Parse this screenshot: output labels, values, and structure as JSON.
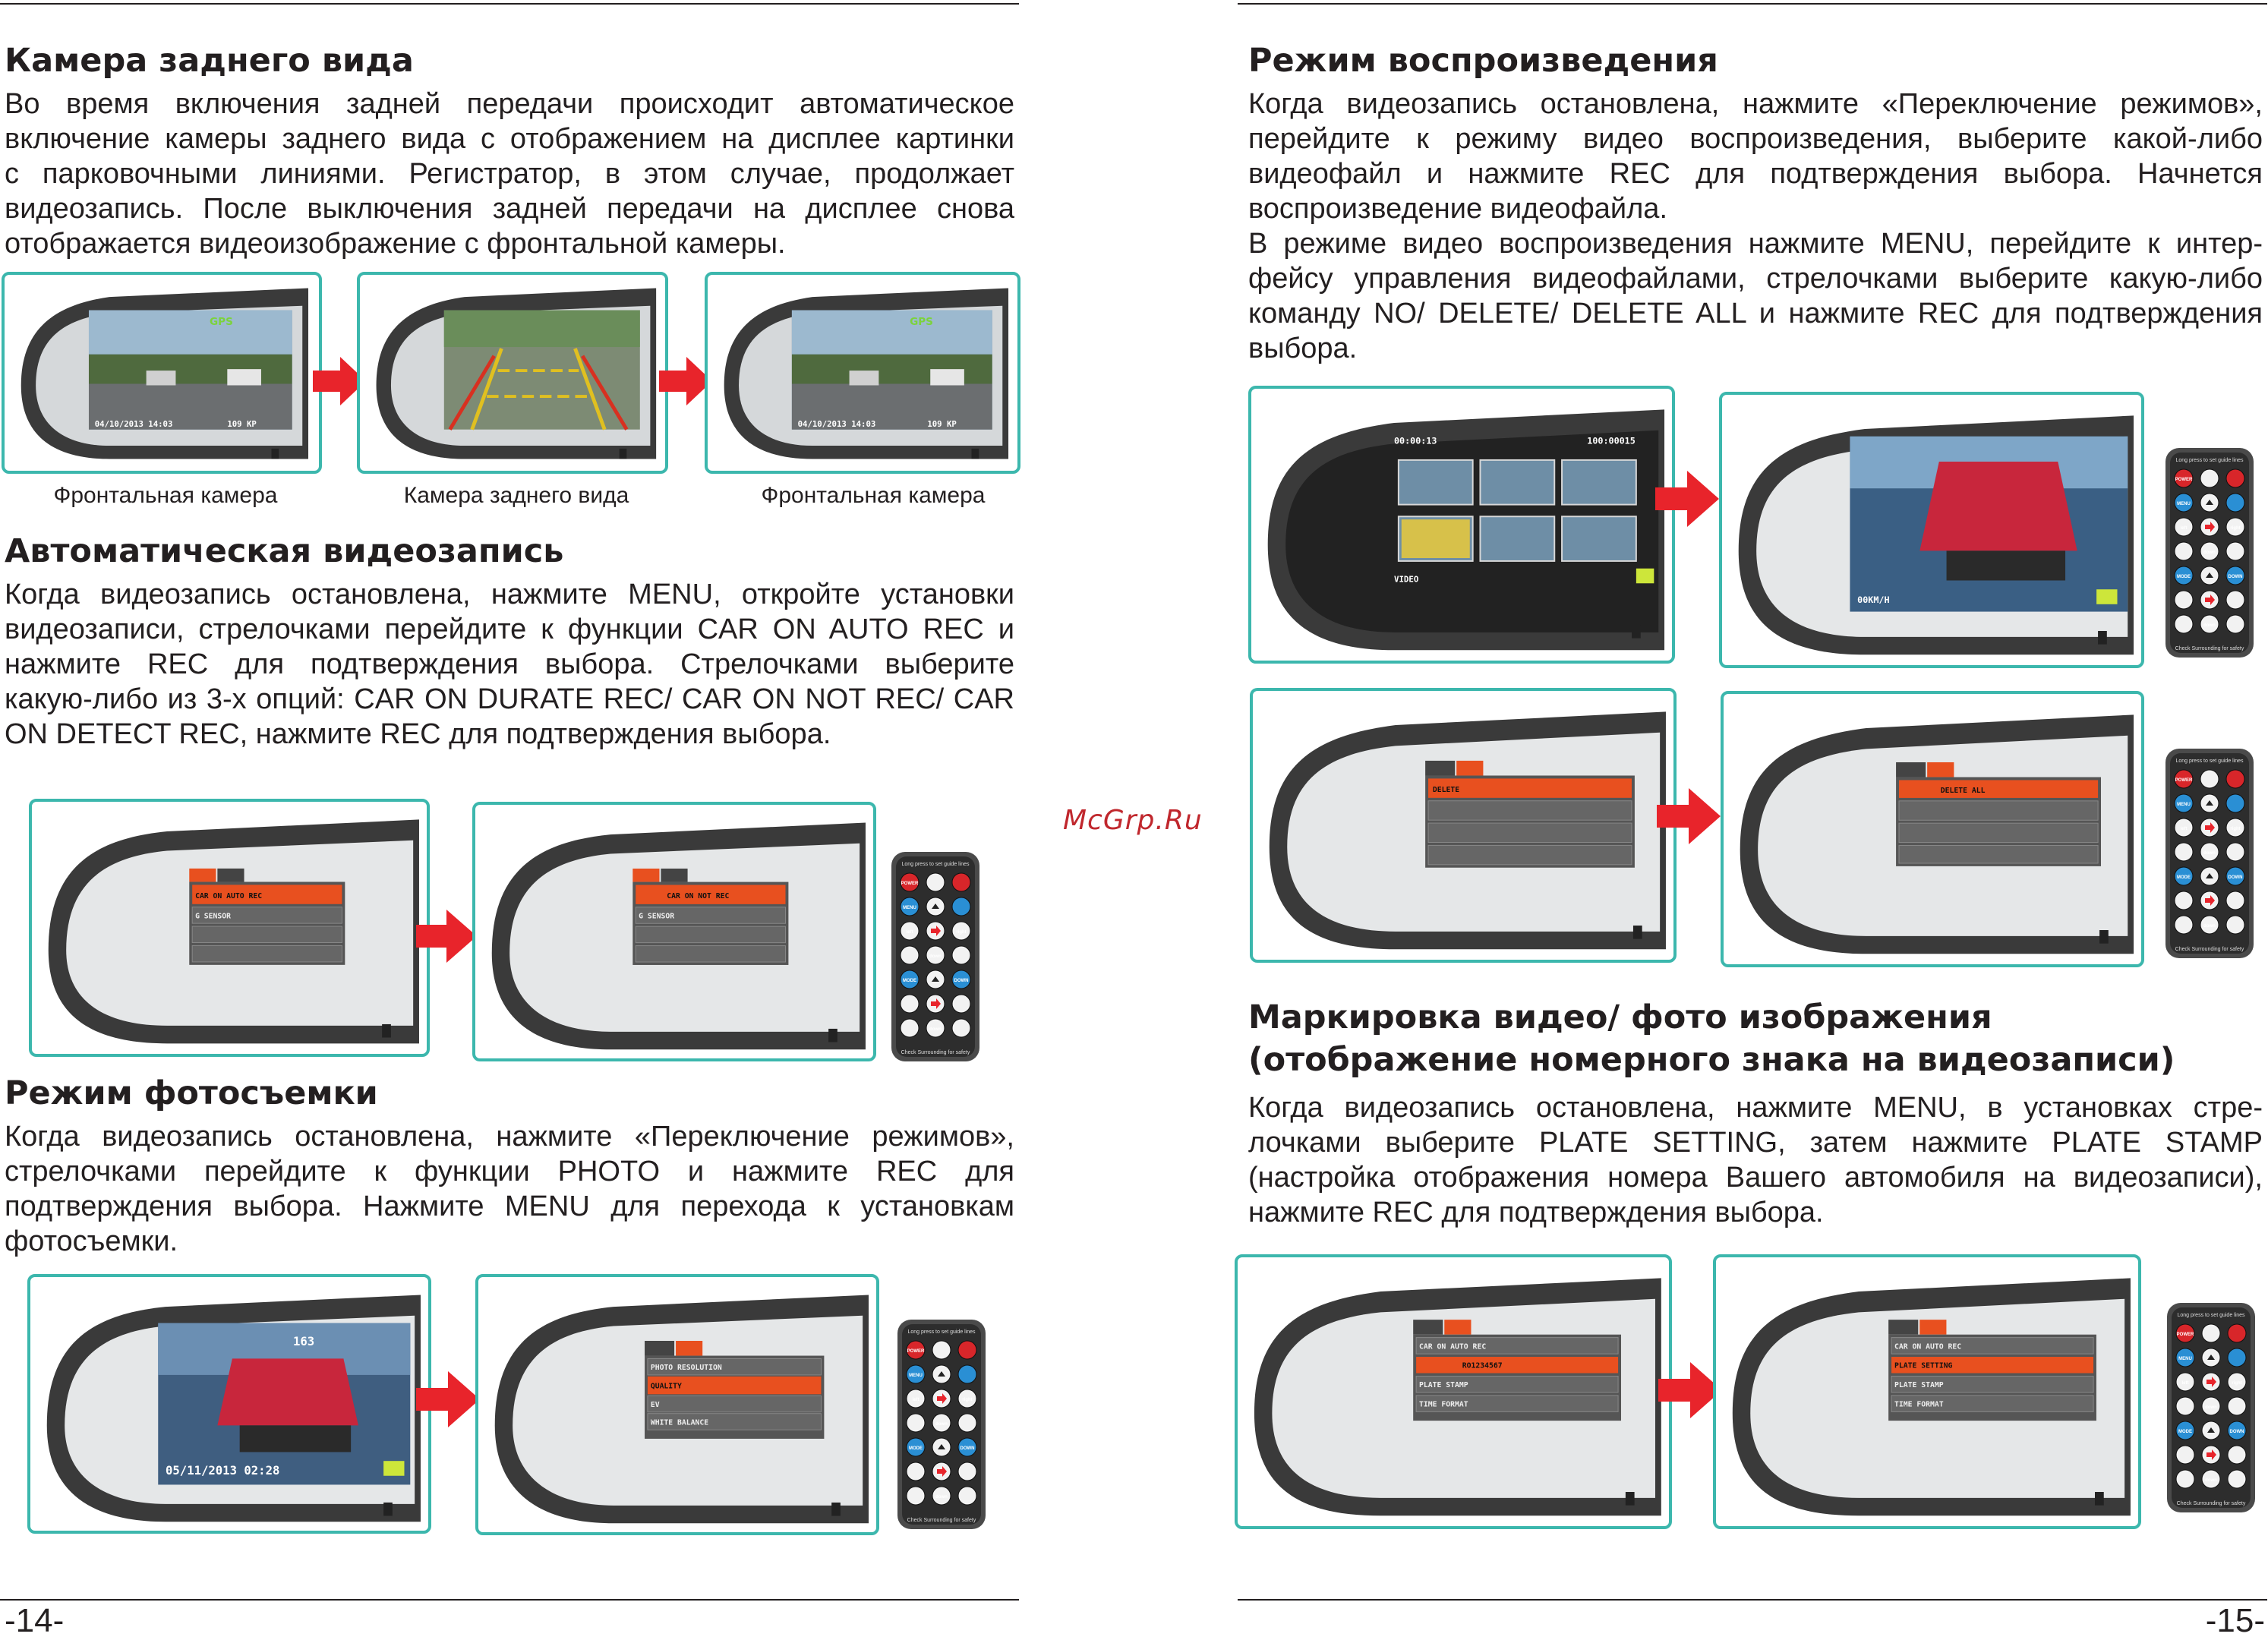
{
  "left": {
    "sections": [
      {
        "title": "Камера заднего вида",
        "lines": [
          "Во время включения задней передачи происходит автоматическое",
          "включение камеры заднего вида с отображением на дисплее картинки",
          "с парковочными линиями. Регистратор, в этом случае, продолжает",
          "видеозапись. После выключения задней передачи на дисплее снова",
          "отображается видеоизображение с фронтальной камеры."
        ]
      },
      {
        "title": "Автоматическая видеозапись",
        "lines": [
          "Когда видеозапись остановлена, нажмите MENU, откройте установки",
          "видеозаписи, стрелочками перейдите к функции CAR ON AUTO REC  и",
          "нажмите REC для подтверждения выбора. Стрелочками выберите",
          "какую-либо из 3-х опций: CAR ON DURATE REC/ CAR ON NOT REC/ CAR",
          "ON DETECT REC, нажмите REC для подтверждения выбора."
        ]
      },
      {
        "title": "Режим фотосъемки",
        "lines": [
          "Когда видеозапись остановлена, нажмите «Переключение режимов»,",
          "стрелочками перейдите к функции PHOTO  и нажмите REC для",
          "подтверждения выбора. Нажмите MENU для перехода к установкам",
          "фотосъемки."
        ]
      }
    ],
    "captions": [
      "Фронтальная камера",
      "Камера заднего вида",
      "Фронтальная камера"
    ],
    "page_number": "-14-"
  },
  "right": {
    "sections": [
      {
        "title": "Режим воспроизведения",
        "lines": [
          "Когда видеозапись остановлена, нажмите «Переключение режимов»,",
          "перейдите к режиму видео воспроизведения, выберите какой-либо",
          "видеофайл и нажмите REC для подтверждения выбора. Начнется",
          "воспроизведение видеофайла.",
          "В режиме видео воспроизведения нажмите MENU, перейдите к интер-",
          "фейсу управления видеофайлами, стрелочками выберите какую-либо",
          "команду NO/ DELETE/ DELETE ALL и нажмите REC для подтверждения",
          "выбора."
        ]
      },
      {
        "title": "Маркировка видео/ фото изображения",
        "title2": "(отображение номерного знака на видеозаписи)",
        "lines": [
          "Когда видеозапись остановлена, нажмите MENU, в установках стре-",
          "лочками выберите PLATE SETTING, затем нажмите PLATE STAMP",
          "(настройка отображения номера Вашего автомобиля на видеозаписи),",
          "нажмите REC для подтверждения выбора."
        ]
      }
    ],
    "page_number": "-15-"
  },
  "watermark": "McGrp.Ru",
  "screens": {
    "gps": "GPS",
    "date_front": "04/10/2013  14:03",
    "speed_front": "109 KP",
    "menu_auto_1": [
      "CAR ON AUTO REC",
      "G SENSOR"
    ],
    "menu_auto_2": [
      "CAR ON NOT REC",
      "G SENSOR"
    ],
    "photo_speed": "163",
    "photo_date": "05/11/2013 02:28",
    "menu_photo": [
      "PHOTO RESOLUTION",
      "QUALITY",
      "EV",
      "WHITE BALANCE"
    ],
    "play_time": "00:00:13",
    "play_count": "100:00015",
    "play_label": "VIDEO",
    "play_speed": "00KM/H",
    "menu_delete": "DELETE",
    "menu_delete_all": "DELETE ALL",
    "menu_plate_1": [
      "CAR ON AUTO REC",
      "RO1234567",
      "PLATE STAMP",
      "TIME FORMAT"
    ],
    "menu_plate_2": [
      "CAR ON AUTO REC",
      "PLATE SETTING",
      "PLATE STAMP",
      "TIME FORMAT"
    ]
  },
  "remote": {
    "header": "Long press to set guide lines",
    "footer": "Check Surrounding for safety",
    "buttons": [
      "POWER",
      "REC",
      "MENU",
      "UP",
      "MODE",
      "DOWN"
    ]
  },
  "colors": {
    "frame": "#3cb7ad",
    "arrow": "#e8242b",
    "menu_select": "#e8501f",
    "watermark": "#c0272d"
  }
}
